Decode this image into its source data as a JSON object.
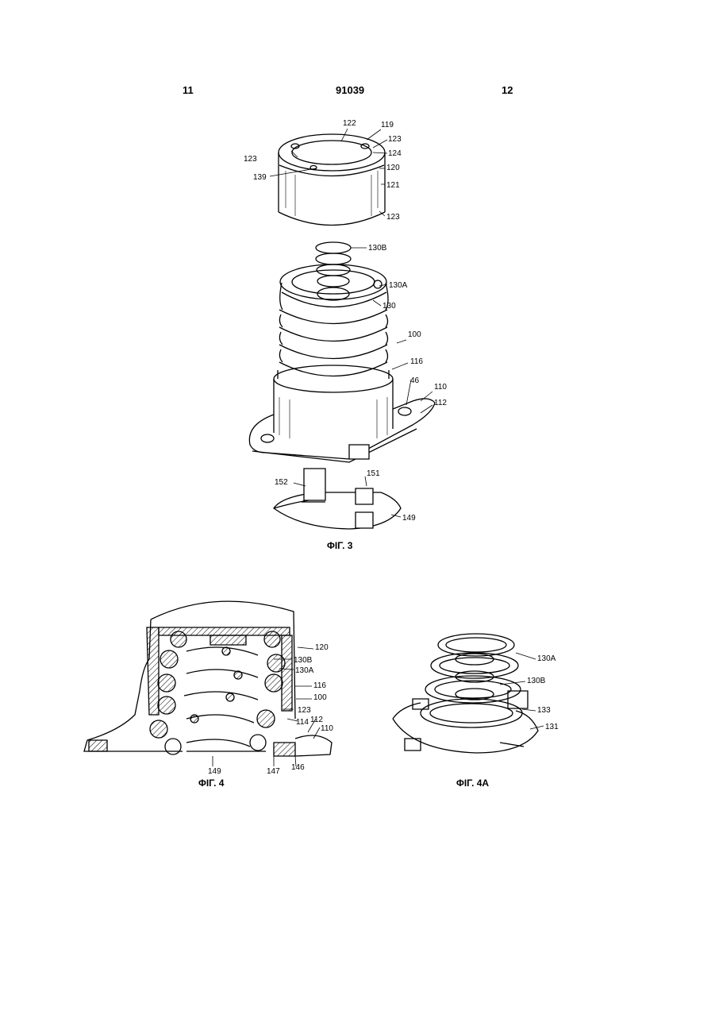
{
  "header": {
    "page_left": "11",
    "doc_number": "91039",
    "page_right": "12"
  },
  "figure3": {
    "caption": "ΦΙΓ. 3",
    "labels": {
      "l122": "122",
      "l119": "119",
      "l123a": "123",
      "l124": "124",
      "l123b": "123",
      "l139": "139",
      "l120": "120",
      "l121": "121",
      "l123c": "123",
      "l130B": "130B",
      "l130A": "130A",
      "l130": "130",
      "l100": "100",
      "l116": "116",
      "l46": "46",
      "l110": "110",
      "l112": "112",
      "l152": "152",
      "l151": "151",
      "l149": "149"
    }
  },
  "figure4": {
    "caption": "ΦΙΓ. 4",
    "labels": {
      "l120": "120",
      "l130B": "130B",
      "l130A": "130A",
      "l116": "116",
      "l100": "100",
      "l123": "123",
      "l114": "114",
      "l112": "112",
      "l110": "110",
      "l149": "149",
      "l147": "147",
      "l146": "146"
    }
  },
  "figure4A": {
    "caption": "ΦΙΓ. 4A",
    "labels": {
      "l130A": "130A",
      "l130B": "130B",
      "l133": "133",
      "l131": "131"
    }
  }
}
